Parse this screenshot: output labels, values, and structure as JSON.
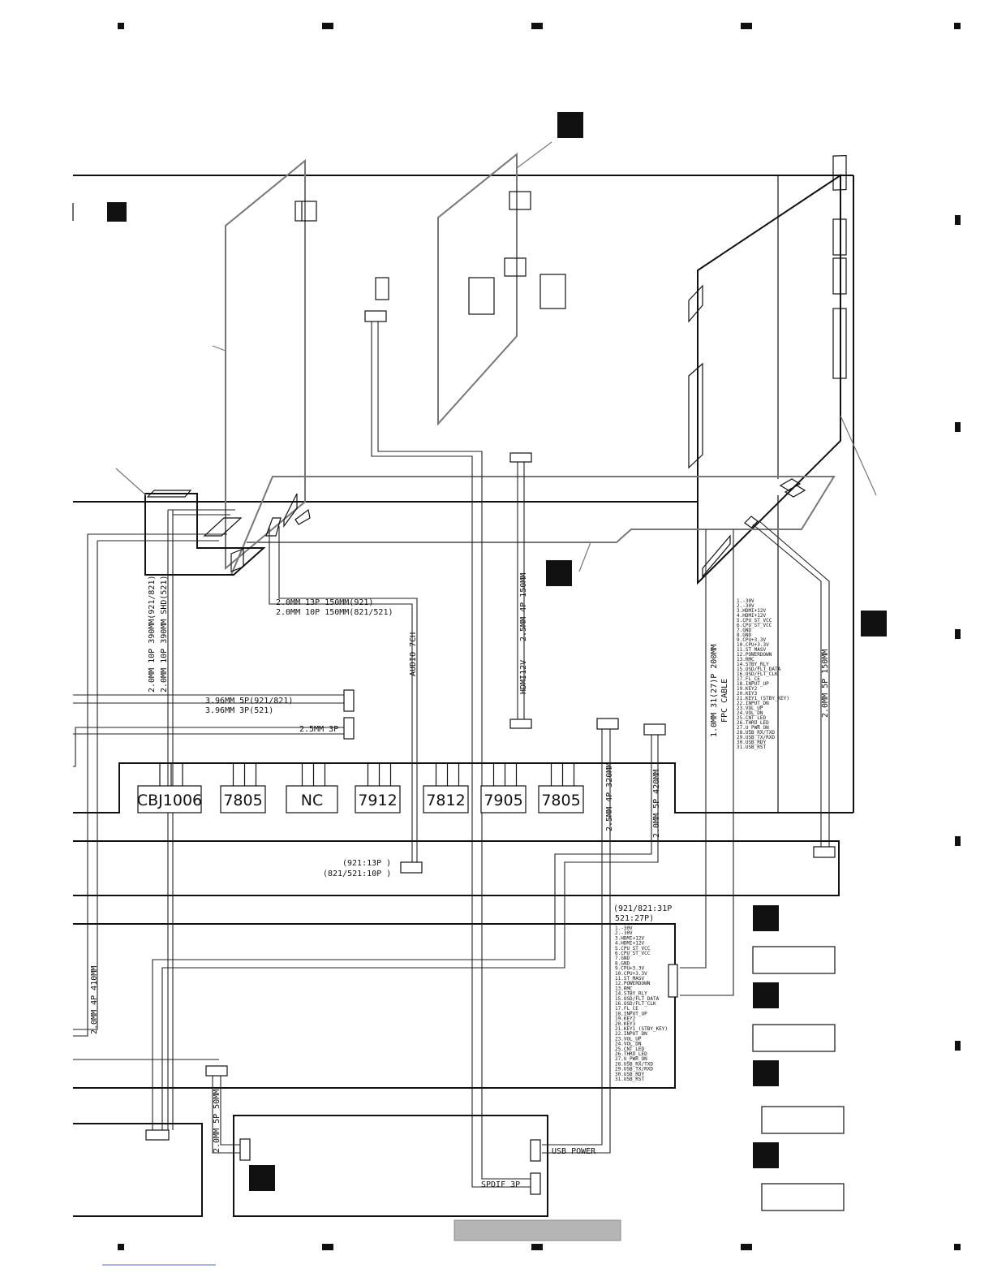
{
  "cables": {
    "c13p": "2.0MM 13P 150MM(921)",
    "c10p": "2.0MM 10P 150MM(821/521)",
    "audio7ch": "AUDIO 7CH",
    "hdmi_name": "HDMI12V",
    "hdmi_spec": "2.5MM 4P 150MM",
    "left_a": "2.0MM 10P 390MM(921/821)",
    "left_b": "2.0MM 10P 390MM_SHD(521)",
    "c396_5p": "3.96MM 5P(921/821)",
    "c396_3p": "3.96MM 3P(521)",
    "c25_3p": "2.5MM 3P",
    "fpc_a": "1.0MM 31(27)P 200MM",
    "fpc_b": "FPC CABLE",
    "c20_5p_150": "2.0MM 5P 150MM",
    "c25_4p_320": "2.5MM 4P 320MM",
    "c20_5p_420": "2.0MM 5P 420MM",
    "c20_4p_410": "2.0MM 4P 410MM",
    "c20_5p_50": "2.0MM 5P 50MM",
    "p921_13": "(921:13P )",
    "p821_10": "(821/521:10P )",
    "p31_a": "(921/821:31P",
    "p31_b": "521:27P)",
    "usb_power": "USB POWER",
    "spdif": "SPDIF   3P"
  },
  "regulators": [
    "CBJ1006",
    "7805",
    "NC",
    "7912",
    "7812",
    "7905",
    "7805"
  ],
  "pinout_fl": [
    "1.-30V",
    "2.-30V",
    "3.HDMI+12V",
    "4.HDMI+12V",
    "5.CPU_ST_VCC",
    "6.CPU_ST_VCC",
    "7.GND",
    "8.GND",
    "9.CPU+3.3V",
    "10.CPU+3.3V",
    "11.ST_MASV",
    "12.POWERDOWN",
    "13.RMC",
    "14.STBY_RLY",
    "15.OSD/FLT_DATA",
    "16.OSD/FLT_CLK",
    "17.FL_CE",
    "18.INPUT_UP",
    "19.KEY2",
    "20.KEY3",
    "21.KEY1 (STBY_KEY)",
    "22.INPUT_DN",
    "23.VOL_UP",
    "24.VOL_DN",
    "25.CNT_LED",
    "26.THRU_LED",
    "27.U_PWR_ON",
    "28.USB_RX/TXD",
    "29.USB_TX/RXD",
    "30.USB_RDY",
    "31.USB_RST"
  ],
  "pinout_main": [
    "1.-30V",
    "2.-30V",
    "3.HDMI+12V",
    "4.HDMI+12V",
    "5.CPU_ST_VCC",
    "6.CPU_ST_VCC",
    "7.GND",
    "8.GND",
    "9.CPU+3.3V",
    "10.CPU+3.3V",
    "11.ST_MASV",
    "12.POWERDOWN",
    "13.RMC",
    "14.STBY_RLY",
    "15.OSD/FLT_DATA",
    "16.OSD/FLT_CLK",
    "17.FL_CE",
    "18.INPUT_UP",
    "19.KEY2",
    "20.KEY3",
    "21.KEY1 (STBY_KEY)",
    "22.INPUT_DN",
    "23.VOL_UP",
    "24.VOL_DN",
    "25.CNT_LED",
    "26.THRU_LED",
    "27.U_PWR_ON",
    "28.USB_RX/TXD",
    "29.USB_TX/RXD",
    "30.USB_RDY",
    "31.USB_RST"
  ]
}
